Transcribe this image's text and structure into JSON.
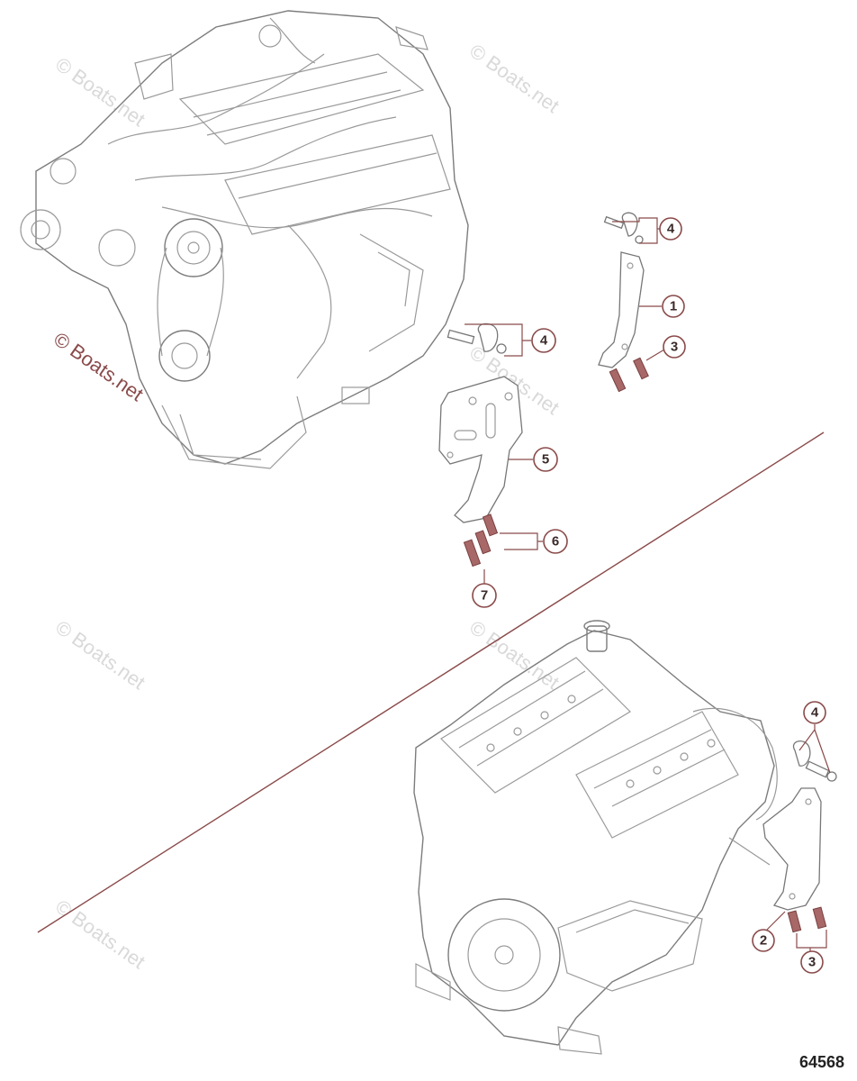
{
  "watermark": {
    "text": "© Boats.net"
  },
  "figure_number": "64568",
  "callouts": {
    "c1": "1",
    "c2": "2",
    "c3": "3",
    "c4": "4",
    "c5": "5",
    "c6": "6",
    "c7": "7"
  },
  "colors": {
    "accent": "#8a4a4a",
    "line_art": "#9a9a9a",
    "bolt": "#a86868"
  }
}
